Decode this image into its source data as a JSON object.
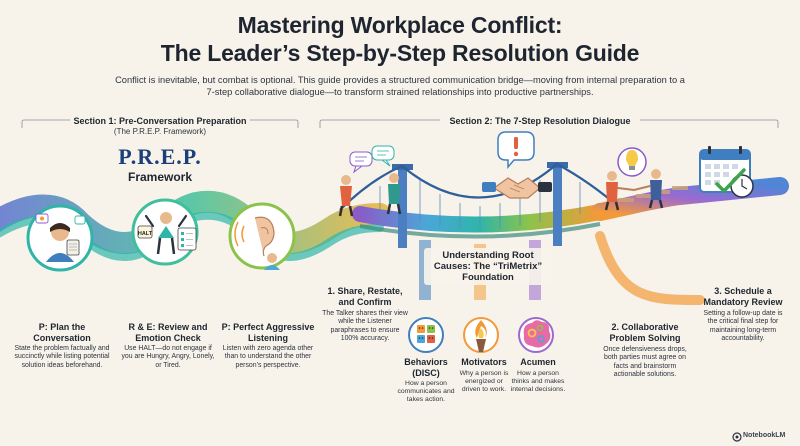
{
  "header": {
    "title_line1": "Mastering Workplace Conflict:",
    "title_line2": "The Leader’s Step-by-Step Resolution Guide",
    "subtitle": "Conflict is inevitable, but combat is optional. This guide provides a structured communication bridge—moving from internal preparation to a 7-step collaborative dialogue—to transform strained relationships into productive partnerships."
  },
  "section1": {
    "heading": "Section 1: Pre-Conversation Preparation",
    "subheading": "(The P.R.E.P. Framework)",
    "prep_big": "P.R.E.P.",
    "prep_small": "Framework",
    "steps": [
      {
        "title": "P: Plan the Conversation",
        "desc": "State the problem factually and succinctly while listing potential solution ideas beforehand.",
        "icon": "planning-person-icon"
      },
      {
        "title": "R & E: Review and Emotion Check",
        "desc": "Use HALT—do not engage if you are Hungry, Angry, Lonely, or Tired.",
        "icon": "halt-check-icon",
        "badge": "HALT"
      },
      {
        "title": "P: Perfect Aggressive Listening",
        "desc": "Listen with zero agenda other than to understand the other person’s perspective.",
        "icon": "listening-ear-icon"
      }
    ]
  },
  "section2": {
    "heading": "Section 2: The 7-Step Resolution Dialogue",
    "steps": [
      {
        "title": "1. Share, Restate, and Confirm",
        "desc": "The Talker shares their view while the Listener paraphrases to ensure 100% accuracy."
      },
      {
        "title": "2. Collaborative Problem Solving",
        "desc": "Once defensiveness drops, both parties must agree on facts and brainstorm actionable solutions."
      },
      {
        "title": "3. Schedule a Mandatory Review",
        "desc": "Setting a follow-up date is the critical final step for maintaining long-term accountability."
      }
    ],
    "foundation_label": "Understanding Root Causes: The “TriMetrix” Foundation",
    "trimetrix": [
      {
        "title": "Behaviors (DISC)",
        "desc": "How a person communicates and takes action.",
        "icon": "behavior-faces-icon"
      },
      {
        "title": "Motivators",
        "desc": "Why a person is energized or driven to work.",
        "icon": "torch-icon"
      },
      {
        "title": "Acumen",
        "desc": "How a person thinks and makes internal decisions.",
        "icon": "brain-gears-icon"
      }
    ]
  },
  "footer": {
    "brand": "NotebookLM"
  },
  "colors": {
    "background": "#f7f3ea",
    "prep_blue": "#1b3f7a",
    "path_purple": "#8a5cc8",
    "path_teal": "#2fb5a8",
    "path_green": "#8bc34a",
    "path_orange": "#f29a3a",
    "bridge_blue": "#3f7fbf"
  }
}
